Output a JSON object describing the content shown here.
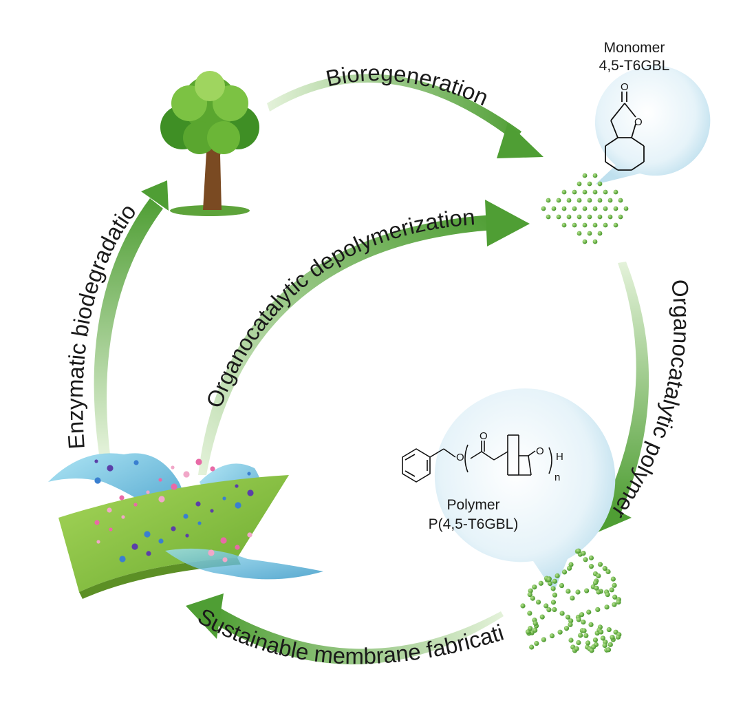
{
  "labels": {
    "bioregeneration": "Bioregeneration",
    "depolymerization": "Organocatalytic depolymerization",
    "polymerization": "Organocatalytic polymerization",
    "fabrication": "Sustainable membrane fabrication",
    "biodegradation": "Enzymatic biodegradation"
  },
  "monomer": {
    "title": "Monomer",
    "name": "4,5-T6GBL",
    "atom_carbonyl_o": "O",
    "atom_ring_o": "O"
  },
  "polymer": {
    "title": "Polymer",
    "name": "P(4,5-T6GBL)",
    "atom_o1": "O",
    "atom_o2": "O",
    "atom_o3": "O",
    "end_group": "H",
    "repeat": "n"
  },
  "colors": {
    "arrow_dark": "#4f9e34",
    "arrow_light": "#d9eecb",
    "bubble": "#cfe8f3",
    "bead": "#6dbf3f",
    "membrane": "#8cc63f",
    "water": "#4db6d8",
    "tree_leaf": "#5aa62f",
    "tree_trunk": "#7a4a22"
  },
  "icons": [
    "tree-icon",
    "monomer-dots-icon",
    "polymer-chain-icon",
    "membrane-icon",
    "water-splash-icon"
  ]
}
